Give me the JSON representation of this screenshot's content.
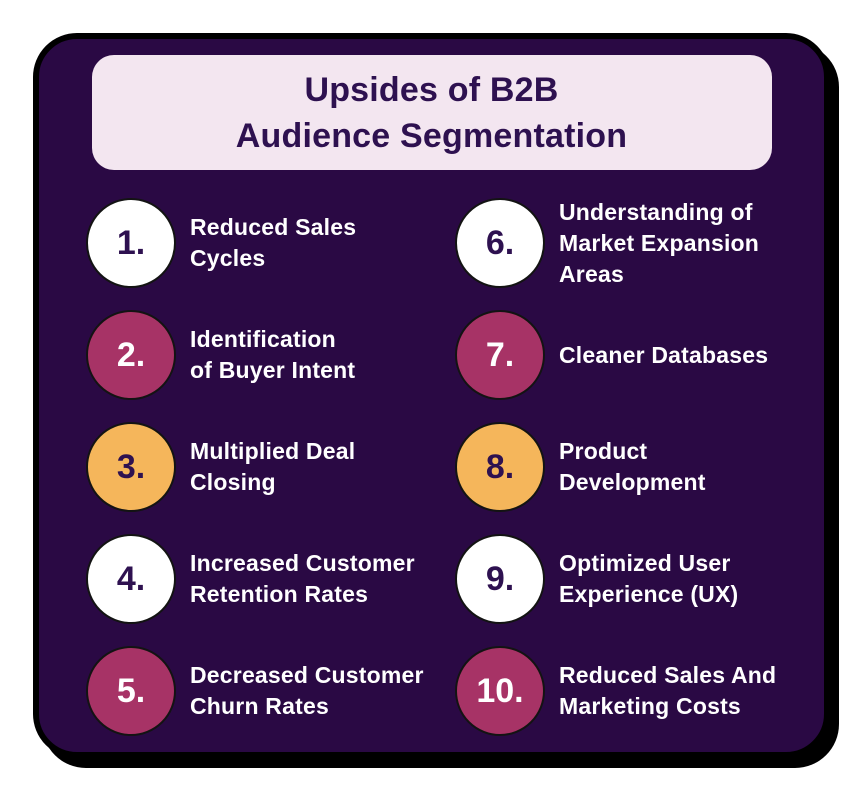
{
  "header": {
    "title_line1": "Upsides of B2B",
    "title_line2": "Audience Segmentation"
  },
  "colors": {
    "canvas": "#FFFFFF",
    "board": "#2A0944",
    "outline": "#000000",
    "header_bg": "#F3E6F0",
    "title_text": "#2E1150",
    "item_text": "#FFFFFF",
    "circle_white": "#FFFFFF",
    "circle_magenta": "#A73366",
    "circle_orange": "#F5B65B",
    "number_on_light_circle": "#2E1150",
    "number_on_magenta_circle": "#FFFFFF"
  },
  "items": [
    {
      "number": "1.",
      "color": "white",
      "label": "Reduced Sales\nCycles"
    },
    {
      "number": "2.",
      "color": "magenta",
      "label": "Identification\nof Buyer Intent"
    },
    {
      "number": "3.",
      "color": "orange",
      "label": "Multiplied Deal\nClosing"
    },
    {
      "number": "4.",
      "color": "white",
      "label": "Increased Customer\nRetention Rates"
    },
    {
      "number": "5.",
      "color": "magenta",
      "label": "Decreased Customer\nChurn Rates"
    },
    {
      "number": "6.",
      "color": "white",
      "label": "Understanding of\nMarket Expansion\nAreas"
    },
    {
      "number": "7.",
      "color": "magenta",
      "label": "Cleaner Databases"
    },
    {
      "number": "8.",
      "color": "orange",
      "label": "Product\nDevelopment"
    },
    {
      "number": "9.",
      "color": "white",
      "label": "Optimized User\nExperience (UX)"
    },
    {
      "number": "10.",
      "color": "magenta",
      "label": "Reduced Sales And\nMarketing Costs"
    }
  ]
}
